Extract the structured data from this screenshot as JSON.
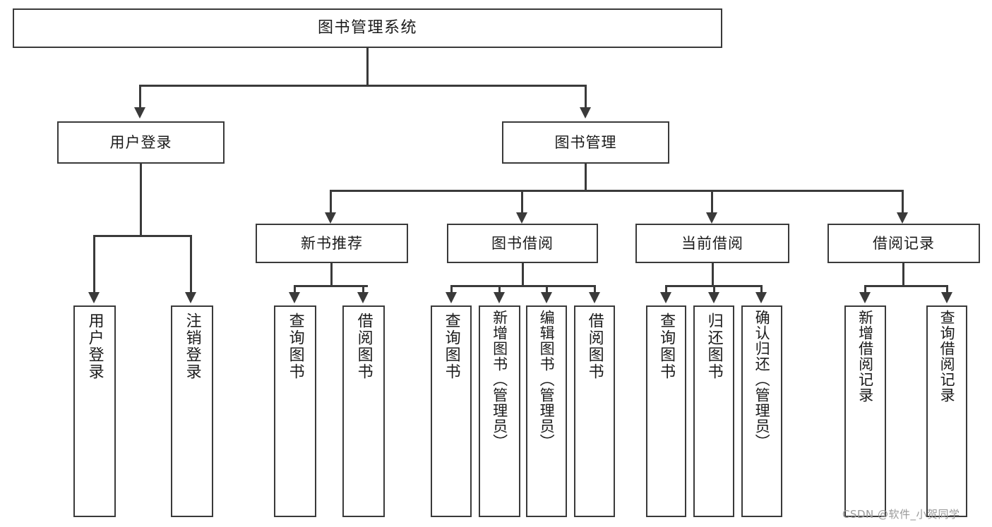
{
  "diagram": {
    "title": "图书管理系统",
    "type": "hierarchy-tree",
    "background": "#ffffff",
    "line_color": "#3a3a3a",
    "text_color": "#1b1b1b"
  },
  "nodes": {
    "root": {
      "label": "图书管理系统",
      "level": 1
    },
    "level2": [
      {
        "id": "user-login",
        "label": "用户登录"
      },
      {
        "id": "book-manage",
        "label": "图书管理"
      }
    ],
    "level3": [
      {
        "id": "new-book-recommend",
        "label": "新书推荐"
      },
      {
        "id": "book-borrow",
        "label": "图书借阅"
      },
      {
        "id": "current-borrow",
        "label": "当前借阅"
      },
      {
        "id": "borrow-record",
        "label": "借阅记录"
      }
    ],
    "leaves": {
      "user_login": [
        {
          "id": "leaf-user-login",
          "label": "用户登录"
        },
        {
          "id": "leaf-logout-login",
          "label": "注销登录"
        }
      ],
      "new_book_recommend": [
        {
          "id": "leaf-query-book-1",
          "label": "查询图书"
        },
        {
          "id": "leaf-borrow-book-1",
          "label": "借阅图书"
        }
      ],
      "book_borrow": [
        {
          "id": "leaf-query-book-2",
          "label": "查询图书"
        },
        {
          "id": "leaf-add-book",
          "label": "新增图书（管理员）"
        },
        {
          "id": "leaf-edit-book",
          "label": "编辑图书（管理员）"
        },
        {
          "id": "leaf-borrow-book-2",
          "label": "借阅图书"
        }
      ],
      "current_borrow": [
        {
          "id": "leaf-query-book-3",
          "label": "查询图书"
        },
        {
          "id": "leaf-return-book",
          "label": "归还图书"
        },
        {
          "id": "leaf-confirm-return",
          "label": "确认归还（管理员）"
        }
      ],
      "borrow_record": [
        {
          "id": "leaf-add-record",
          "label": "新增借阅记录"
        },
        {
          "id": "leaf-query-record",
          "label": "查询借阅记录"
        }
      ]
    }
  },
  "watermark": {
    "text": "CSDN @软件_小贺同学"
  }
}
